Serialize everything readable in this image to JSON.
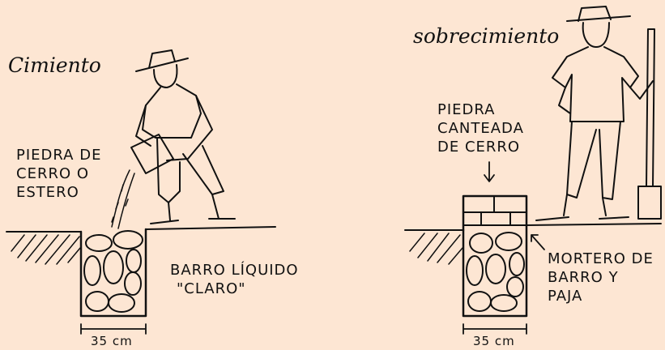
{
  "left": {
    "title": "Cimiento",
    "stone_label": [
      "PIEDRA DE",
      "CERRO O",
      "ESTERO"
    ],
    "mud_label": [
      "BARRO LÍQUIDO",
      "\"CLARO\""
    ],
    "width_label": "35 cm"
  },
  "right": {
    "title": "sobrecimiento",
    "stone_label": [
      "PIEDRA",
      "CANTEADA",
      "DE CERRO"
    ],
    "mortar_label": [
      "MORTERO DE",
      "BARRO Y",
      "PAJA"
    ],
    "width_label": "35 cm"
  }
}
